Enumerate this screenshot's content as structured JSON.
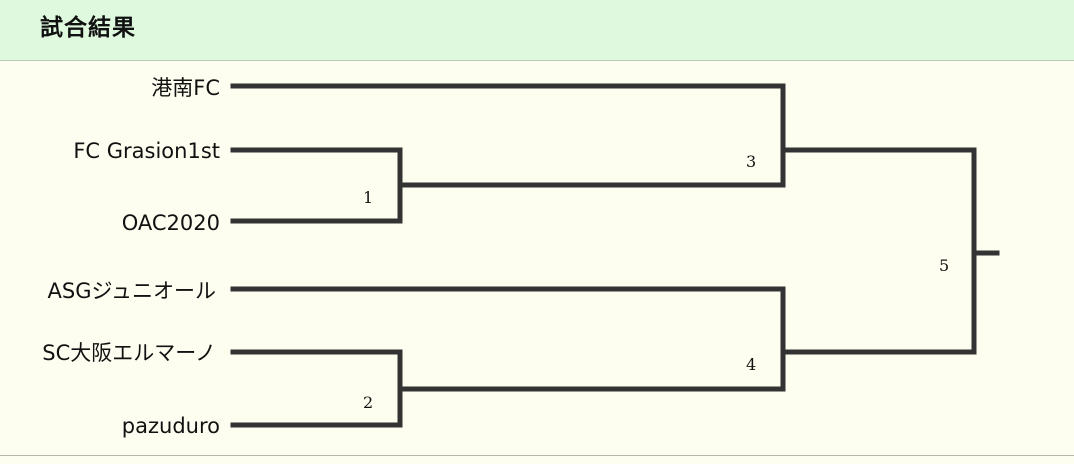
{
  "header": {
    "title": "試合結果"
  },
  "teams": [
    "港南FC",
    "FC Grasion1st",
    "OAC2020",
    "ASGジュニオール",
    "SC大阪エルマーノ",
    "pazuduro"
  ],
  "matches": [
    {
      "number": "1"
    },
    {
      "number": "2"
    },
    {
      "number": "3"
    },
    {
      "number": "4"
    },
    {
      "number": "5"
    }
  ]
}
